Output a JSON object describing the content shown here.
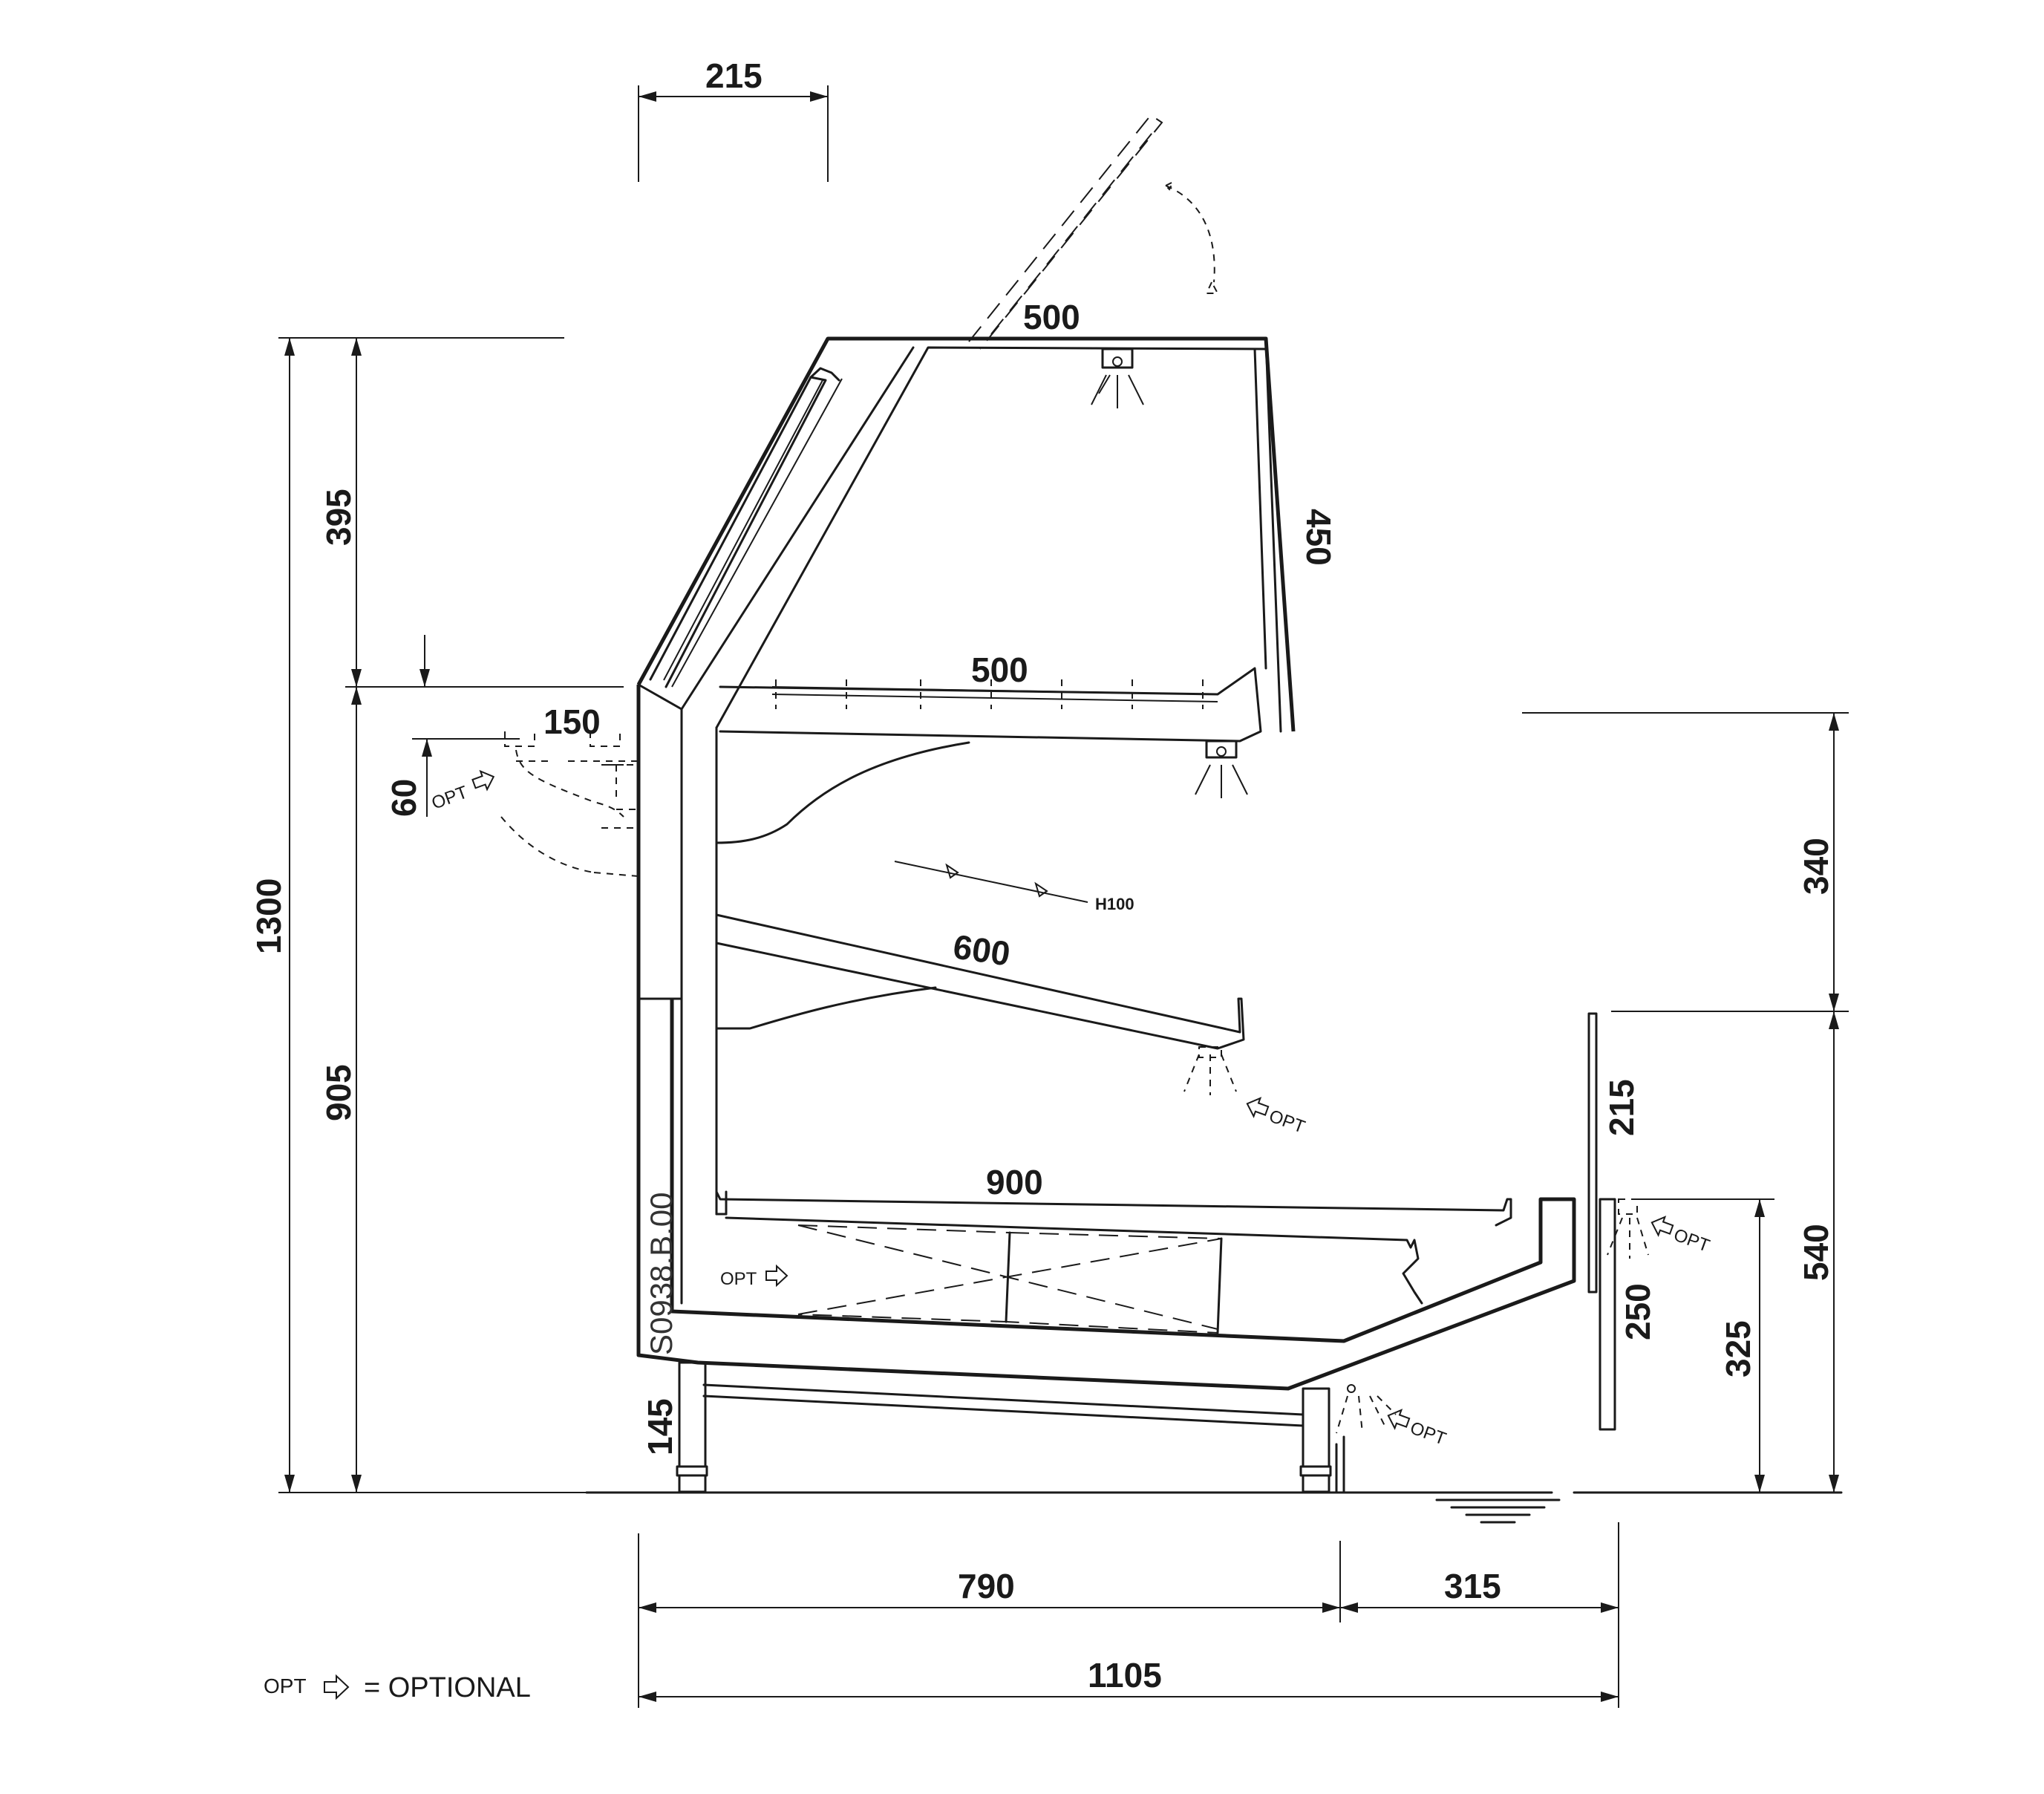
{
  "dimensions": {
    "top_215": "215",
    "top_500": "500",
    "slope_450": "450",
    "shelf_500": "500",
    "h_150": "150",
    "h_60": "60",
    "shelf_600": "600",
    "base_900": "900",
    "h_1300": "1300",
    "h_395": "395",
    "h_905": "905",
    "h_145": "145",
    "h_340": "340",
    "h_540": "540",
    "h_215": "215",
    "h_250": "250",
    "h_325": "325",
    "w_790": "790",
    "w_315": "315",
    "w_1105": "1105"
  },
  "labels": {
    "h100": "H100",
    "drawing_code": "S0938.B.00",
    "opt": "OPT",
    "legend_opt": "OPT",
    "legend_eq": "= OPTIONAL"
  }
}
